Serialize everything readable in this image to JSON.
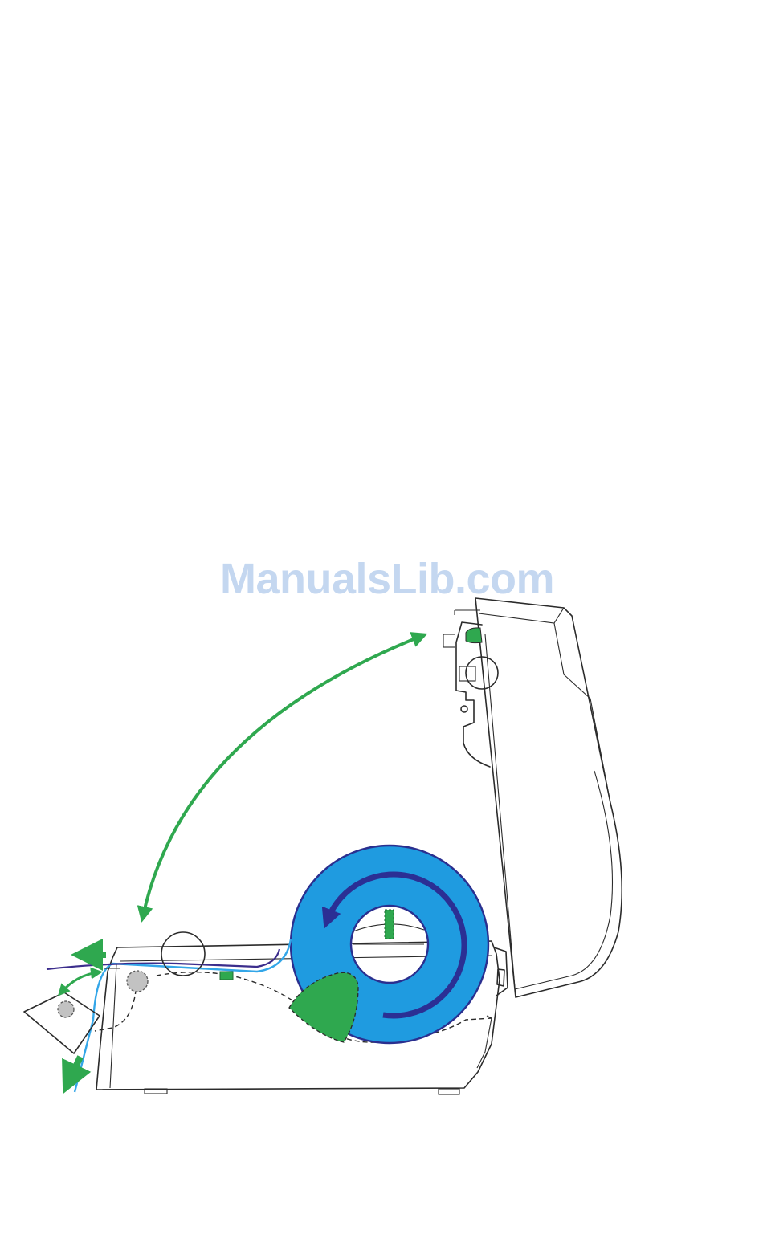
{
  "watermark": {
    "text": "ManualsLib.com"
  },
  "colors": {
    "roll_fill": "#1f9be0",
    "roll_outline": "#2a2f8f",
    "rotation_arrow": "#2b2f94",
    "accent_green": "#2fa84f",
    "paper_path_light": "#33a6e8",
    "paper_path_dark": "#3b2d8c",
    "roller_grey": "#c2c2c2",
    "outline": "#2b2b2b"
  },
  "icons": {
    "lid_arc_arrow": "double-headed-curved-arrow",
    "roll_rotation": "counter-clockwise-arrow",
    "feed_out_arrow": "left-arrow",
    "peel_arrow": "down-left-arrow",
    "peeler_swing": "double-headed-curved-arrow"
  }
}
